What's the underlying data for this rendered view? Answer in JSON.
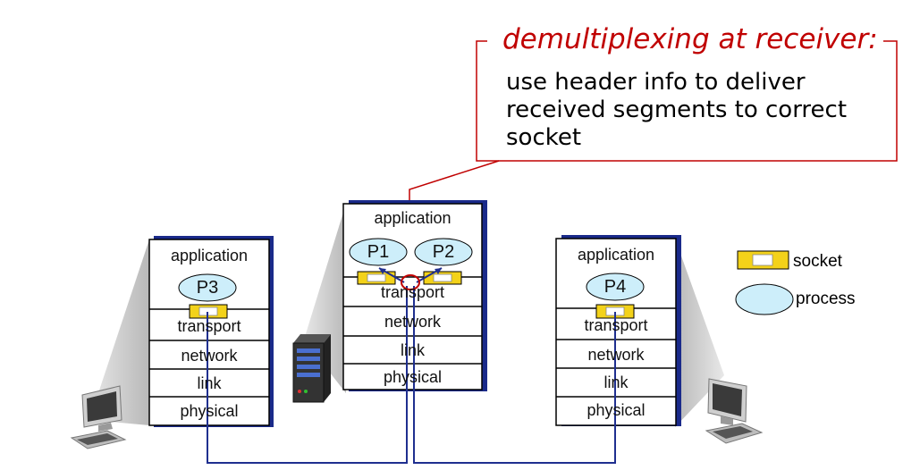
{
  "callout": {
    "title": "demultiplexing at receiver:",
    "body": "use header info to deliver received segments to correct socket"
  },
  "hosts": {
    "left": {
      "application": "application",
      "process": "P3",
      "transport": "transport",
      "network": "network",
      "link": "link",
      "physical": "physical"
    },
    "center": {
      "application": "application",
      "process1": "P1",
      "process2": "P2",
      "transport": "transport",
      "network": "network",
      "link": "link",
      "physical": "physical"
    },
    "right": {
      "application": "application",
      "process": "P4",
      "transport": "transport",
      "network": "network",
      "link": "link",
      "physical": "physical"
    }
  },
  "legend": {
    "socket": "socket",
    "process": "process"
  },
  "colors": {
    "accent": "#c00000",
    "wire": "#1f2f8f",
    "socket_fill": "#f3d21a",
    "process_fill": "#cdeefa",
    "stack_shadow": "#1a2a8a"
  }
}
